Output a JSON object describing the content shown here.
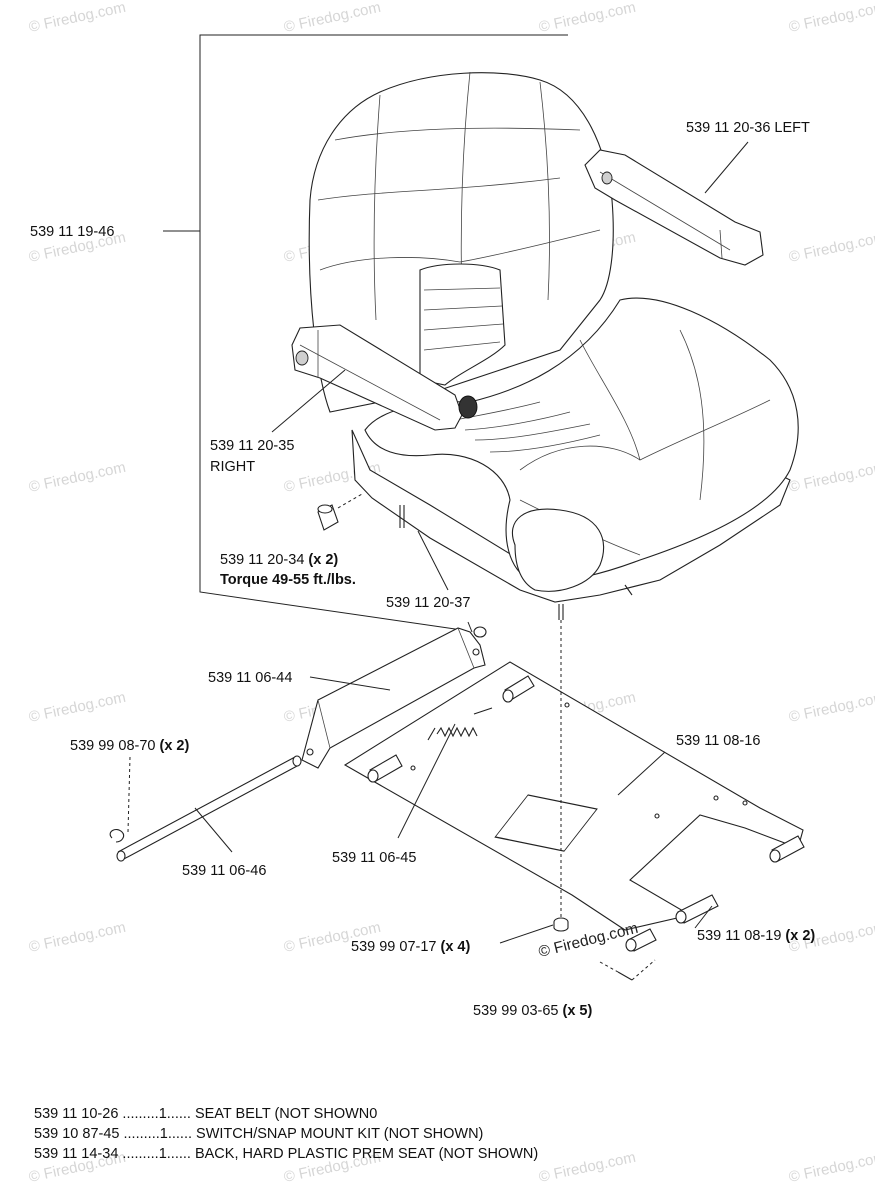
{
  "watermark": "© Firedog.com",
  "copyright_center": "© Firedog.com",
  "callouts": {
    "backrest": "539 11 19-46",
    "armrest_left": "539 11 20-36 LEFT",
    "armrest_right_line1": "539 11 20-35",
    "armrest_right_line2": "RIGHT",
    "bolt_part": "539 11 20-34",
    "bolt_qty": "(x 2)",
    "bolt_torque": "Torque 49-55 ft./lbs.",
    "seat_base": "539 11 20-37",
    "hinge_bracket": "539 11 06-44",
    "clip": "539 99 08-70",
    "clip_qty": "(x 2)",
    "pivot_rod": "539 11 06-46",
    "spring": "539 11 06-45",
    "seat_pan": "539 11 08-16",
    "nut": "539 99 07-17",
    "nut_qty": "(x 4)",
    "bushing": "539 11 08-19",
    "bushing_qty": "(x 2)",
    "cotter_pin": "539 99 03-65",
    "cotter_qty": "(x 5)"
  },
  "notes": [
    {
      "part": "539 11 10-26",
      "dots1": " .........",
      "qty": "1",
      "dots2": "......",
      "desc": " SEAT BELT (NOT SHOWN0"
    },
    {
      "part": "539 10 87-45",
      "dots1": " .........",
      "qty": "1",
      "dots2": "......",
      "desc": " SWITCH/SNAP MOUNT KIT (NOT SHOWN)"
    },
    {
      "part": "539 11 14-34",
      "dots1": " .........",
      "qty": "1",
      "dots2": "......",
      "desc": " BACK, HARD PLASTIC PREM SEAT (NOT SHOWN)"
    }
  ]
}
